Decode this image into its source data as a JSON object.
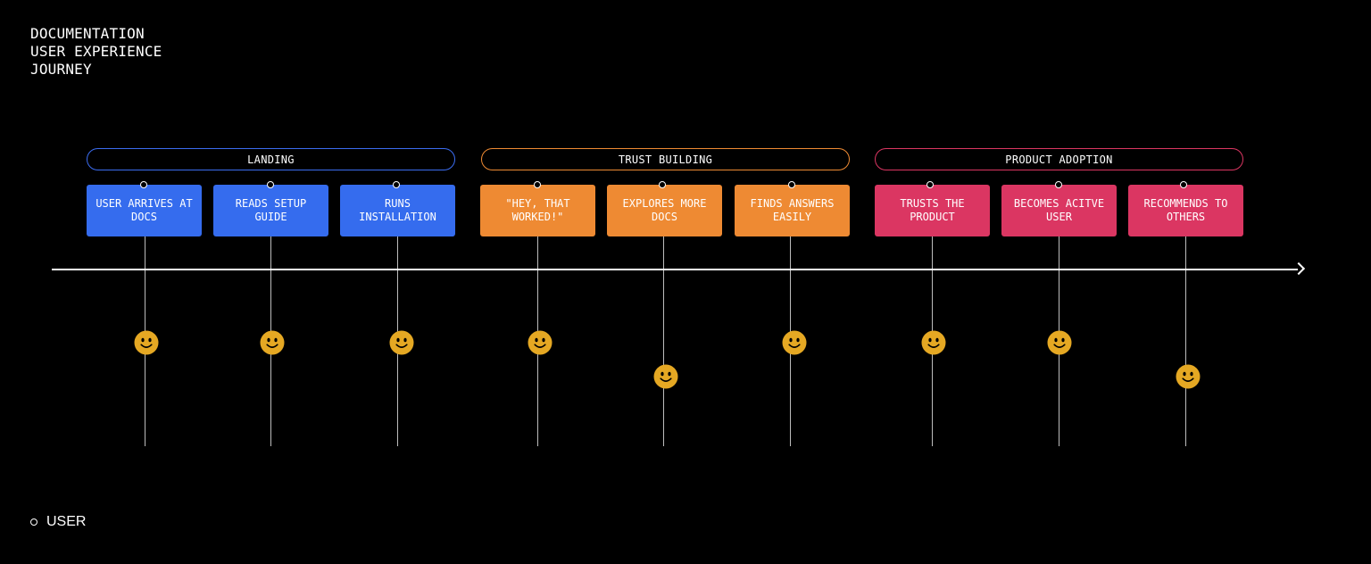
{
  "title": [
    "DOCUMENTATION",
    "USER EXPERIENCE",
    "JOURNEY"
  ],
  "colors": {
    "landing": "#356cee",
    "trust": "#ee8a33",
    "adoption": "#db3662",
    "landing_border": "#3b6cf0",
    "trust_border": "#ee8a33",
    "adoption_border": "#db3662",
    "face": "#e5a823"
  },
  "phases": [
    {
      "label": "LANDING",
      "color_key": "landing"
    },
    {
      "label": "TRUST BUILDING",
      "color_key": "trust"
    },
    {
      "label": "PRODUCT ADOPTION",
      "color_key": "adoption"
    }
  ],
  "stages": [
    {
      "label": "USER ARRIVES AT DOCS",
      "phase": 0,
      "sentiment": "high",
      "icon": "smiley-face-icon"
    },
    {
      "label": "READS SETUP GUIDE",
      "phase": 0,
      "sentiment": "high",
      "icon": "smiley-face-icon"
    },
    {
      "label": "RUNS INSTALLATION",
      "phase": 0,
      "sentiment": "high",
      "icon": "smiley-face-icon"
    },
    {
      "label": "\"HEY, THAT WORKED!\"",
      "phase": 1,
      "sentiment": "high",
      "icon": "smiley-face-icon"
    },
    {
      "label": "EXPLORES MORE DOCS",
      "phase": 1,
      "sentiment": "low",
      "icon": "smiley-face-icon"
    },
    {
      "label": "FINDS ANSWERS EASILY",
      "phase": 1,
      "sentiment": "high",
      "icon": "smiley-face-icon"
    },
    {
      "label": "TRUSTS THE PRODUCT",
      "phase": 2,
      "sentiment": "high",
      "icon": "smiley-face-icon"
    },
    {
      "label": "BECOMES ACITVE USER",
      "phase": 2,
      "sentiment": "high",
      "icon": "smiley-face-icon"
    },
    {
      "label": "RECOMMENDS TO OTHERS",
      "phase": 2,
      "sentiment": "low",
      "icon": "smiley-face-icon"
    }
  ],
  "legend": {
    "label": "USER"
  }
}
